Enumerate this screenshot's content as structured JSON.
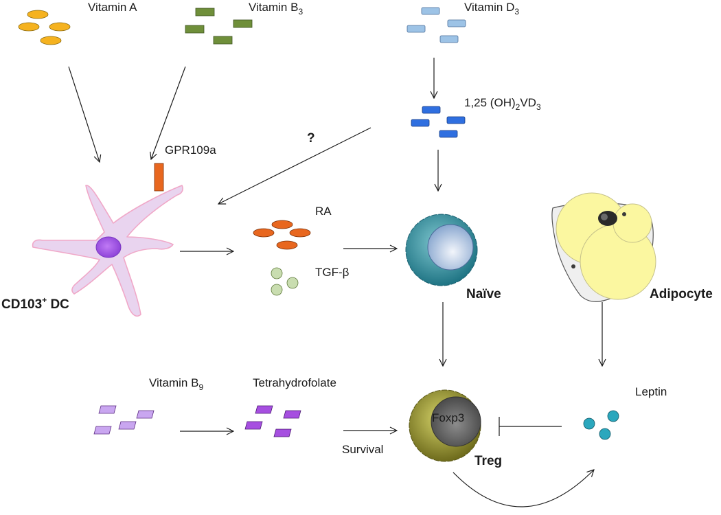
{
  "labels": {
    "vitamin_a": "Vitamin A",
    "vitamin_b3": "Vitamin B",
    "vitamin_b3_sub": "3",
    "vitamin_d3": "Vitamin D",
    "vitamin_d3_sub": "3",
    "vd3_active_prefix": "1,25 (OH)",
    "vd3_active_sub1": "2",
    "vd3_active_mid": "VD",
    "vd3_active_sub2": "3",
    "question": "?",
    "gpr109a": "GPR109a",
    "ra": "RA",
    "tgf_beta": "TGF-β",
    "cd103_dc_prefix": "CD103",
    "cd103_dc_sup": "+",
    "cd103_dc_suffix": " DC",
    "naive": "Naïve",
    "adipocyte": "Adipocyte",
    "vitamin_b9": "Vitamin B",
    "vitamin_b9_sub": "9",
    "tetrahydrofolate": "Tetrahydrofolate",
    "foxp3": "Foxp3",
    "treg": "Treg",
    "survival": "Survival",
    "leptin": "Leptin"
  },
  "colors": {
    "vitamin_a": "#f5b21f",
    "vitamin_b3": "#6f8f3a",
    "vitamin_d3": "#9dc3e6",
    "vd3_active": "#2f6fe0",
    "ra": "#e8671f",
    "tgf_beta": "#c9ddb0",
    "gpr109a": "#e8671f",
    "dc_body": "#e9d4ef",
    "dc_outline": "#f0a8c8",
    "dc_nucleus": "#9b4fe0",
    "naive_outer": "#2c8c9a",
    "naive_inner": "#c8d8ef",
    "treg_outer": "#9a9a2e",
    "treg_inner": "#5a5a5a",
    "adipocyte_fat": "#fbf7a0",
    "folate": "#c9a6f0",
    "tetrahydrofolate": "#a64fe0",
    "leptin": "#2ba7bd"
  }
}
